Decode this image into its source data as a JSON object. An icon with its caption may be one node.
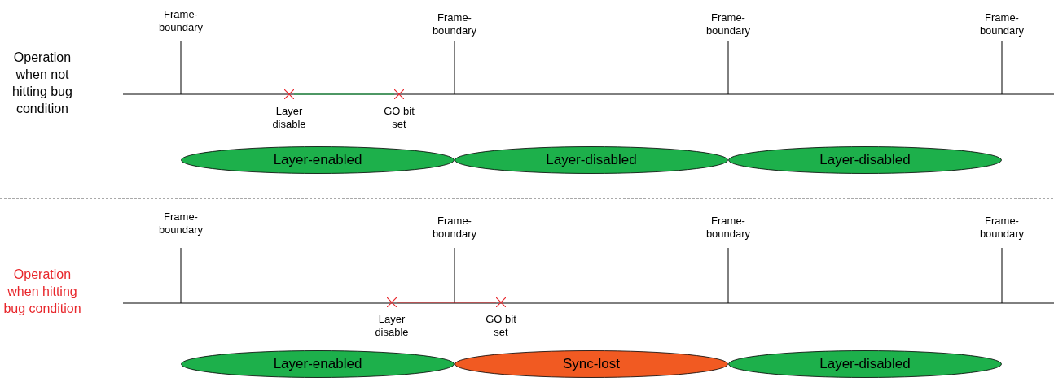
{
  "diagram": {
    "nodes": [
      {
        "text": [],
        "shape": "cross",
        "beside": [
          "Layer disable"
        ]
      },
      {
        "text": [],
        "shape": "cross",
        "beside": [
          "GO bit set"
        ]
      },
      {
        "text": [
          "Layer-enabled"
        ]
      },
      {
        "text": [
          "Layer-disabled"
        ]
      },
      {
        "text": [
          "Layer-disabled"
        ]
      },
      {
        "text": [],
        "shape": "cross",
        "beside": [
          "Layer disable"
        ]
      },
      {
        "text": [],
        "shape": "cross",
        "beside": [
          "GO bit set"
        ]
      },
      {
        "text": [
          "Layer-enabled"
        ]
      },
      {
        "text": [
          "Sync-lost"
        ]
      },
      {
        "text": [
          "Layer-disabled"
        ]
      }
    ],
    "edges": [
      {
        "from": 0,
        "to": 1,
        "arrow": "none",
        "color": "#1db04b"
      },
      {
        "from": 5,
        "to": 6,
        "arrow": "none",
        "color": "#e8262b"
      }
    ],
    "labels": [
      "Frame-boundary",
      "Frame-boundary",
      "Frame-boundary",
      "Frame-boundary",
      "Operation when not hitting bug condition",
      "Frame-boundary",
      "Frame-boundary",
      "Frame-boundary",
      "Frame-boundary",
      "Operation when hitting bug condition"
    ]
  }
}
